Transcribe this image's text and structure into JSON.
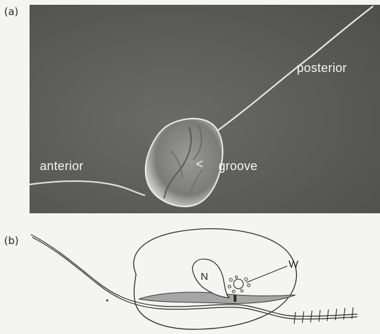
{
  "panel_a": {
    "label": "(a)",
    "labels": {
      "posterior": "posterior",
      "anterior": "anterior",
      "groove": "groove",
      "groove_marker": "<"
    }
  },
  "panel_b": {
    "label": "(b)",
    "labels": {
      "nucleus": "N",
      "w": "W"
    }
  },
  "colors": {
    "photo_background": "#5c5c5a",
    "photo_text": "#f5f5f5",
    "groove_fill": "#a6a6a6",
    "line": "#2a2a2a"
  }
}
